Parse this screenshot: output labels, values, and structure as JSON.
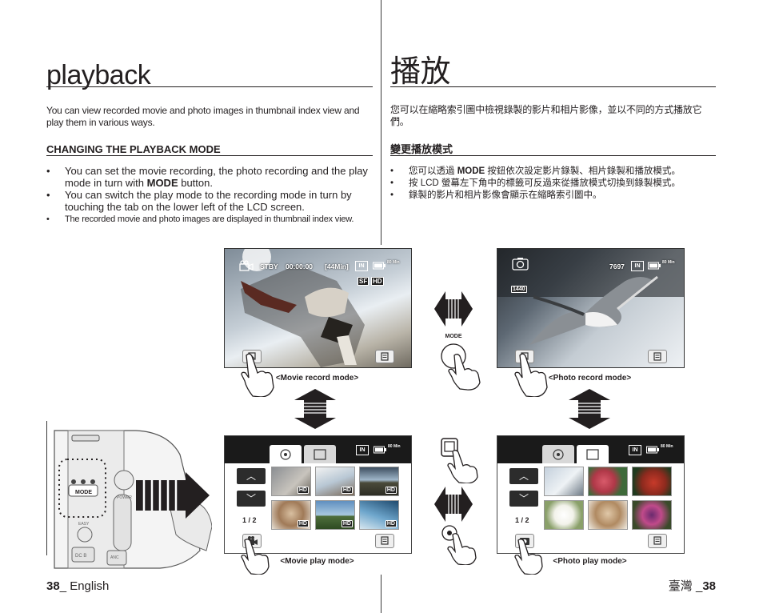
{
  "left": {
    "title": "playback",
    "intro": "You can view recorded movie and photo images in thumbnail index view and play them in various ways.",
    "heading": "CHANGING THE PLAYBACK MODE",
    "bullets": {
      "b1": "You can set the movie recording, the photo recording and the play mode in turn with ",
      "b1_bold": "MODE",
      "b1_end": " button.",
      "b2": "You can switch the play mode to the recording mode in turn by touching the tab on the lower left of the LCD screen.",
      "b3": "The recorded movie and photo images are displayed in thumbnail index view."
    }
  },
  "right": {
    "title": "播放",
    "intro": "您可以在縮略索引圖中檢視錄製的影片和相片影像，並以不同的方式播放它們。",
    "heading": "變更播放模式",
    "bullets": {
      "b1_pre": "您可以透過 ",
      "b1_bold": "MODE",
      "b1_post": " 按鈕依次設定影片錄製、相片錄製和播放模式。",
      "b2": "按 LCD 螢幕左下角中的標籤可反過來從播放模式切換到錄製模式。",
      "b3": "錄製的影片和相片影像會顯示在縮略索引圖中。"
    }
  },
  "figure": {
    "movie_record": {
      "stby": "STBY",
      "timecode": "00:00:00",
      "remaining": "[44Min]",
      "battery": "80 Min",
      "caption": "<Movie record mode>"
    },
    "photo_record": {
      "count": "7697",
      "battery": "80 Min",
      "resolution": "1440",
      "caption": "<Photo record mode>"
    },
    "movie_play": {
      "pager": "1 / 2",
      "battery": "80 Min",
      "hd": "HD",
      "caption": "<Movie play mode>"
    },
    "photo_play": {
      "pager": "1 / 2",
      "battery": "80 Min",
      "caption": "<Photo play mode>"
    },
    "mode_label": "MODE",
    "camera_mode_label": "MODE",
    "camera_labels": {
      "power": "POWER",
      "easy": "EASY",
      "dcb": "DC B",
      "anc": "ANC"
    }
  },
  "footer": {
    "left_num": "38",
    "left_text": "_ English",
    "right_text": "臺灣 _",
    "right_num": "38"
  }
}
